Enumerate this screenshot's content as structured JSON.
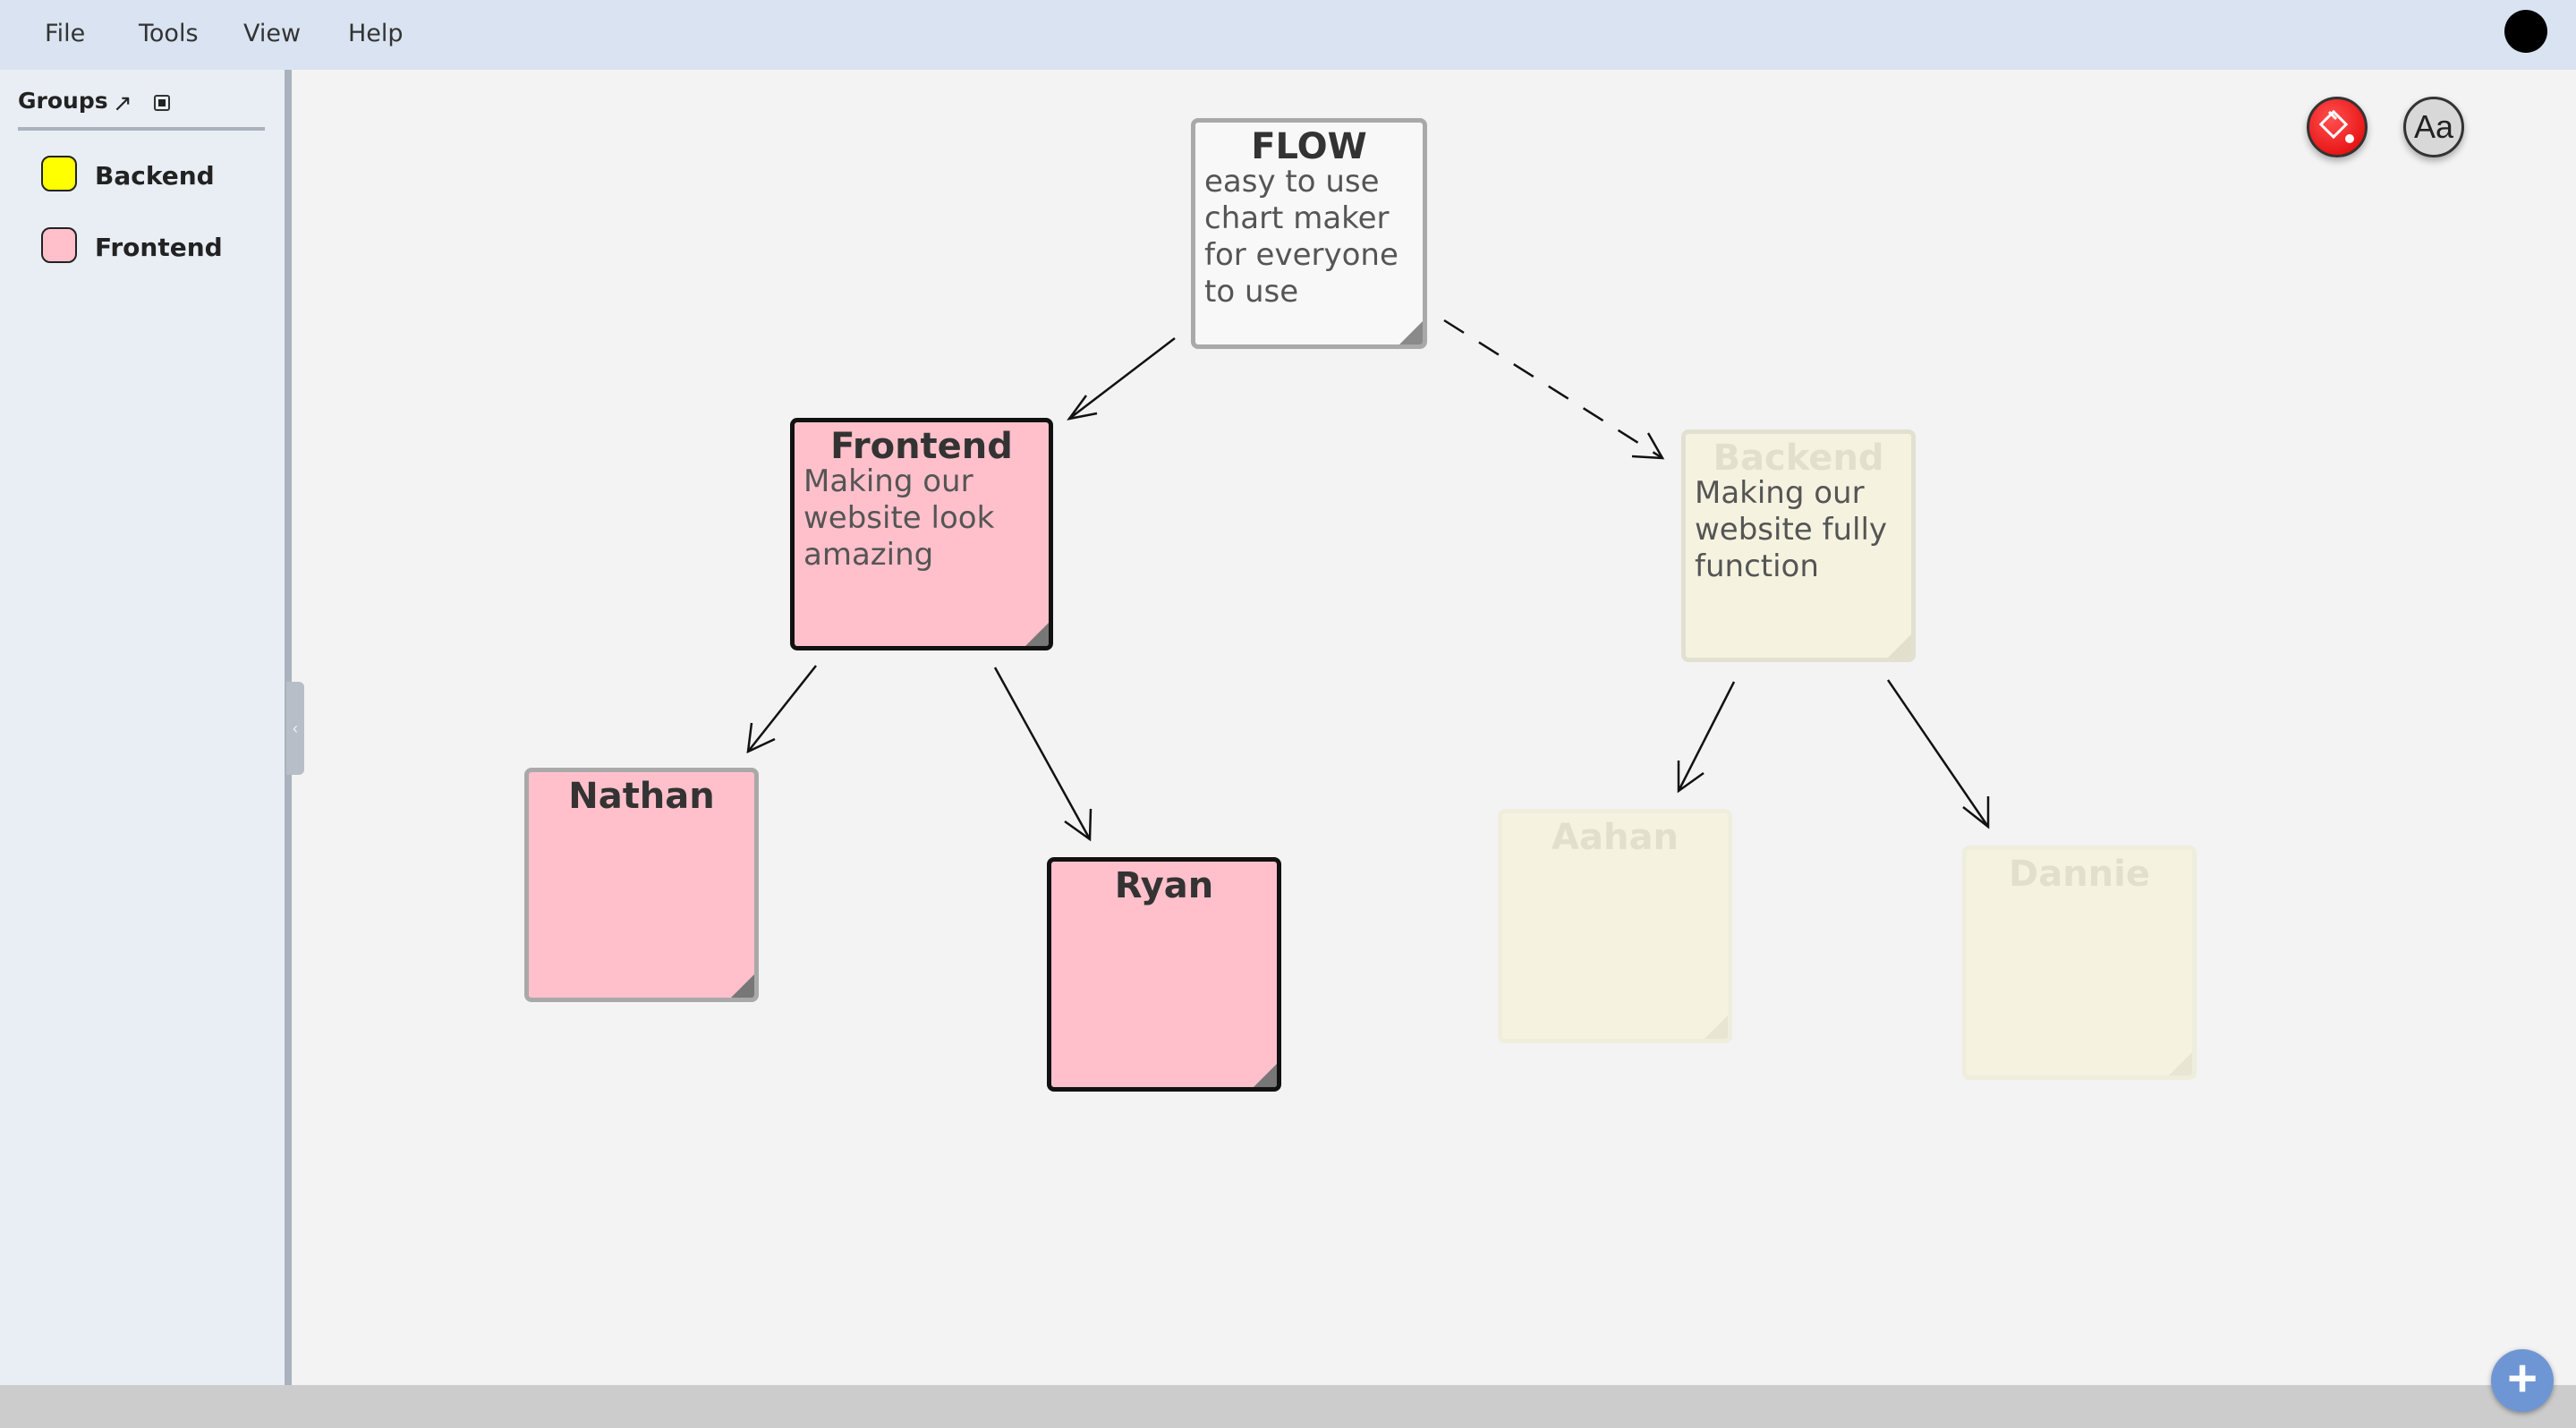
{
  "menubar": {
    "items": [
      "File",
      "Tools",
      "View",
      "Help"
    ]
  },
  "sidebar": {
    "title": "Groups",
    "groups": [
      {
        "label": "Backend",
        "color": "#ffff00"
      },
      {
        "label": "Frontend",
        "color": "#ffc0cb"
      }
    ]
  },
  "toolbar": {
    "fill_icon": "paint-bucket-icon",
    "text_label": "Aa"
  },
  "fab": {
    "icon": "plus-icon",
    "label": "+"
  },
  "notes": {
    "flow": {
      "title": "FLOW",
      "body": "easy to use chart maker for everyone to use"
    },
    "frontend": {
      "title": "Frontend",
      "body": "Making our website look amazing"
    },
    "backend": {
      "title": "Backend",
      "body": "Making our website fully function"
    },
    "nathan": {
      "title": "Nathan",
      "body": ""
    },
    "ryan": {
      "title": "Ryan",
      "body": ""
    },
    "aahan": {
      "title": "Aahan",
      "body": ""
    },
    "dannie": {
      "title": "Dannie",
      "body": ""
    }
  },
  "colors": {
    "menubar": "#d9e3f1",
    "sidebar": "#e9eef5",
    "canvas": "#f3f3f3",
    "frontend_note": "#ffc0cb",
    "backend_note": "#f5f3e0",
    "flow_note": "#f8f8f8"
  }
}
